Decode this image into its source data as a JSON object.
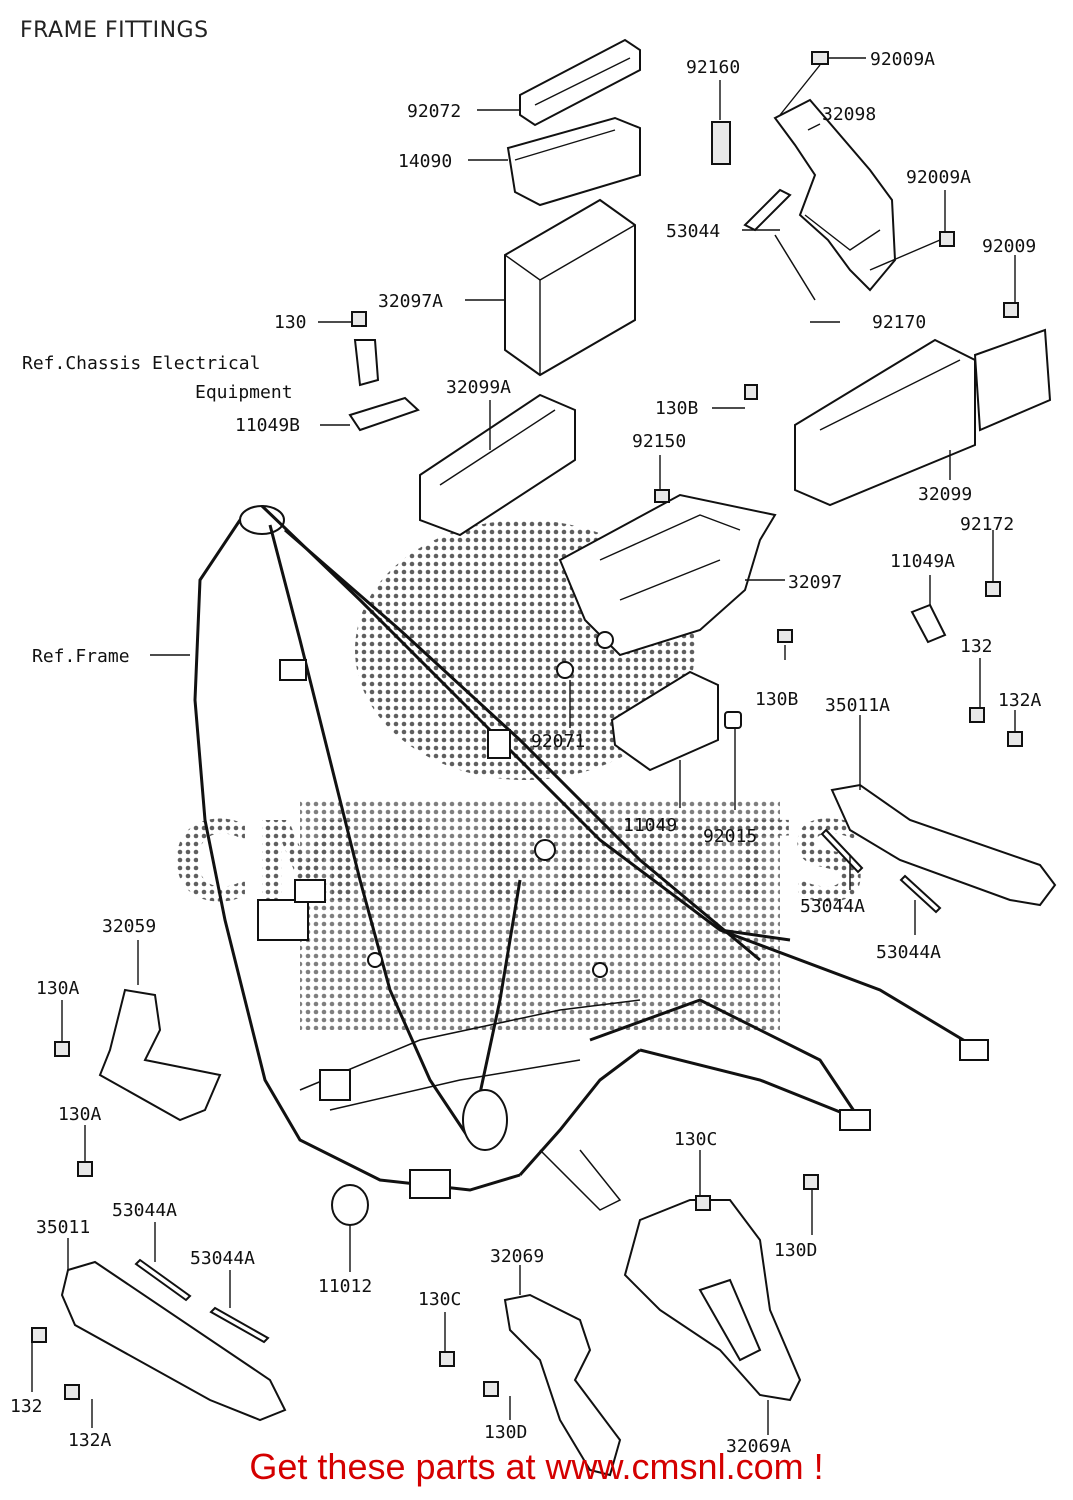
{
  "title": "FRAME FITTINGS",
  "footer": "Get these parts at www.cmsnl.com !",
  "colors": {
    "footer_text": "#d40000",
    "ink": "#111111",
    "watermark_dots": "#2a2a2a"
  },
  "watermark": "CMS PARTS",
  "labels": {
    "l92072": "92072",
    "l14090": "14090",
    "l92160": "92160",
    "l92009A_top": "92009A",
    "l32098": "32098",
    "l92009A_mid": "92009A",
    "l53044": "53044",
    "l92009": "92009",
    "l130": "130",
    "l32097A": "32097A",
    "l92170": "92170",
    "ref_chassis_1": "Ref.Chassis Electrical",
    "ref_chassis_2": "Equipment",
    "l32099A": "32099A",
    "l11049B": "11049B",
    "l130B_top": "130B",
    "l92150": "92150",
    "l32099": "32099",
    "l92172": "92172",
    "l11049A": "11049A",
    "l32097": "32097",
    "ref_frame": "Ref.Frame",
    "l130B_mid": "130B",
    "l132_right": "132",
    "l35011A": "35011A",
    "l132A_right": "132A",
    "l92071": "92071",
    "l11049": "11049",
    "l92015": "92015",
    "l53044A_r1": "53044A",
    "l53044A_r2": "53044A",
    "l32059": "32059",
    "l130A_top": "130A",
    "l130A_bot": "130A",
    "l130C_right": "130C",
    "l130D_right": "130D",
    "l35011": "35011",
    "l53044A_l1": "53044A",
    "l53044A_l2": "53044A",
    "l32069": "32069",
    "l11012": "11012",
    "l130C_left": "130C",
    "l132_left": "132",
    "l132A_left": "132A",
    "l130D_left": "130D",
    "l32069A": "32069A"
  }
}
